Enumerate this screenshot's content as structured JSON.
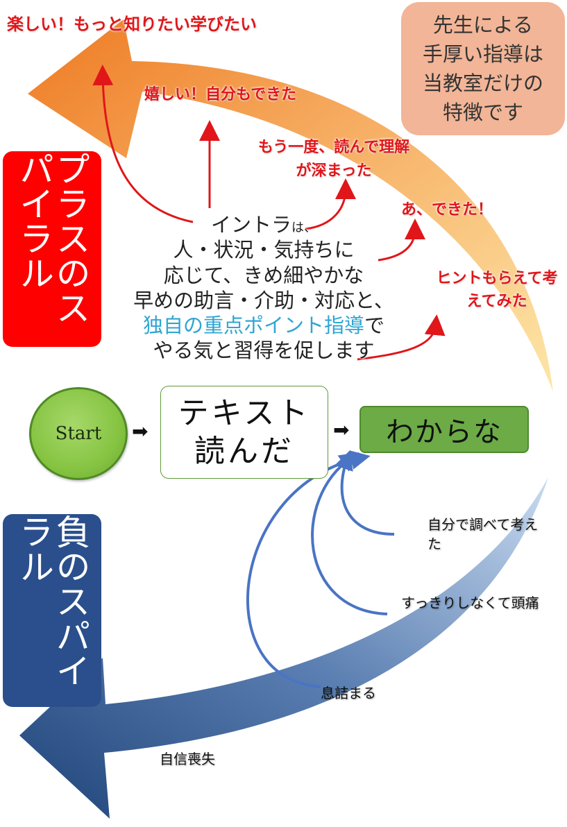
{
  "plus_spiral": {
    "title": "プラスのスパイラル",
    "color": "#ff0000",
    "steps": [
      "ヒントもらえて考えてみた",
      "あ、できた！",
      "もう一度、読んで理解が深まった",
      "嬉しい！自分もできた",
      "楽しい！もっと知りたい学びたい"
    ]
  },
  "negative_spiral": {
    "title": "負のスパイラル",
    "color": "#2b4f8c",
    "steps": [
      "自分で調べて考えた",
      "すっきりしなくて頭痛",
      "息詰まる",
      "自信喪失"
    ]
  },
  "teacher_note": {
    "line1": "先生による",
    "line2": "手厚い指導は",
    "line3": "当教室だけの",
    "line4": "特徴です"
  },
  "intro": {
    "line1_main": "イントラ",
    "line1_small": "は、",
    "line2": "人・状況・気持ちに",
    "line3": "応じて、きめ細やかな",
    "line4": "早めの助言・介助・対応と、",
    "line5_accent": "独自の重点ポイント指導",
    "line5_rest": "で",
    "line6": "やる気と習得を促します"
  },
  "flow": {
    "start": "Start",
    "text_read_line1": "テキスト",
    "text_read_line2": "読んだ",
    "not_understood": "わからな"
  },
  "colors": {
    "start_green": "#86c442",
    "stuck_green": "#6cab46",
    "accent_blue": "#2ea5d2",
    "note_salmon": "#f2b597"
  }
}
